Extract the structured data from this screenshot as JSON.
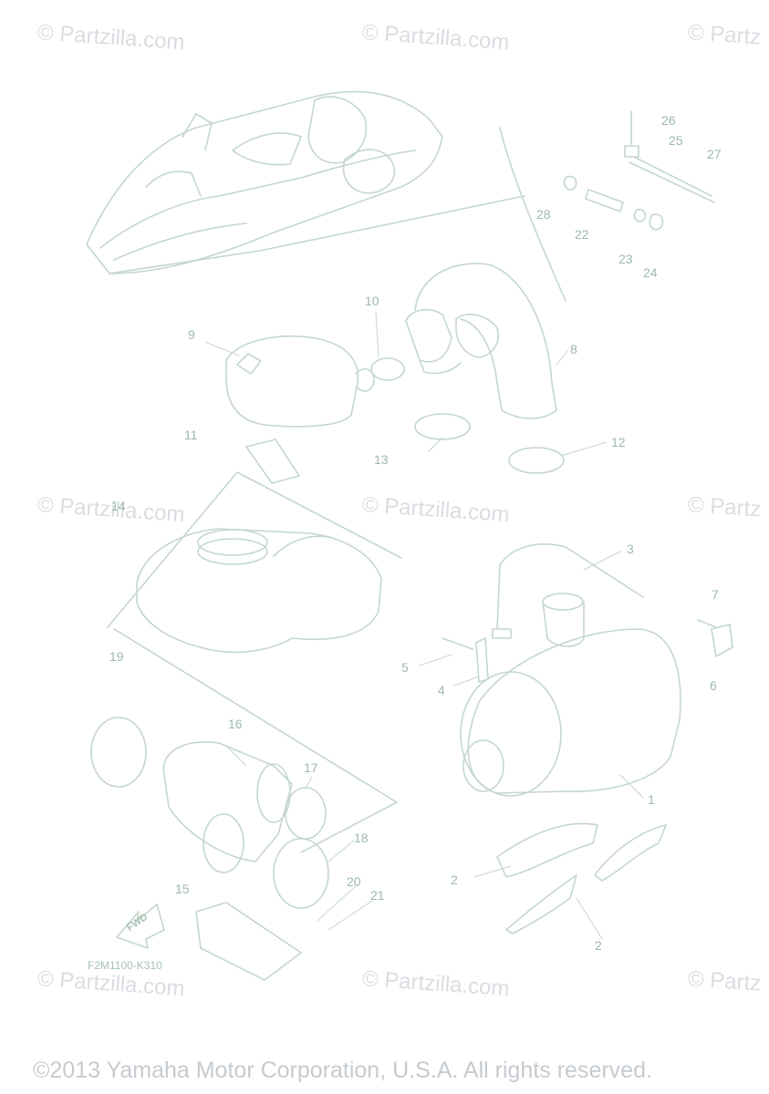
{
  "watermarks": [
    "© Partzilla.com",
    "© Partzilla.com",
    "© Partz",
    "© Partzilla.com",
    "© Partzilla.com",
    "© Partz",
    "© Partzilla.com",
    "© Partzilla.com",
    "© Partz"
  ],
  "callouts": [
    "1",
    "2",
    "2",
    "2",
    "3",
    "4",
    "5",
    "6",
    "7",
    "8",
    "9",
    "10",
    "11",
    "12",
    "13",
    "14",
    "15",
    "16",
    "17",
    "18",
    "19",
    "20",
    "21",
    "22",
    "23",
    "24",
    "25",
    "26",
    "27",
    "28"
  ],
  "diagram_code": "F2M1100-K310",
  "fwd_label": "FWD",
  "copyright": "©2013 Yamaha Motor Corporation, U.S.A. All rights reserved.",
  "colors": {
    "line": "#c4d7cc",
    "text": "#9db9ab",
    "watermark": "#d9dde2"
  }
}
